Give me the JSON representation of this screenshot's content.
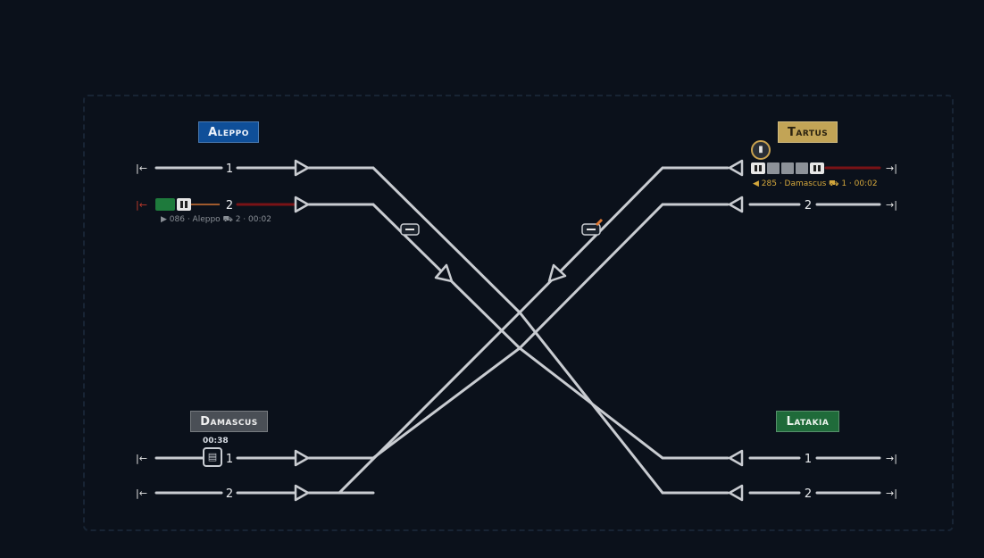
{
  "stations": {
    "aleppo": {
      "name": "Aleppo",
      "color": "#0f4f99"
    },
    "tartus": {
      "name": "Tartus",
      "color": "#c2a456"
    },
    "damascus": {
      "name": "Damascus",
      "color": "#4a4f56"
    },
    "latakia": {
      "name": "Latakia",
      "color": "#1f6b3a"
    }
  },
  "tracks": {
    "aleppo_1": "1",
    "aleppo_2": "2",
    "tartus_1": "1",
    "tartus_2": "2",
    "damascus_1": "1",
    "damascus_2": "2",
    "latakia_1": "1",
    "latakia_2": "2"
  },
  "trains": [
    {
      "id": "train-aleppo",
      "info": "▶ 086 · Aleppo  ⛟ 2 · 00:02",
      "color": "#8a8f96"
    },
    {
      "id": "train-tartus",
      "info": "◀ 285 · Damascus  ⛟ 1 · 00:02",
      "color": "#d4a73c"
    }
  ],
  "damascus_timer": "00:38",
  "tartus_badge_icon": "train-icon",
  "colors": {
    "track": "#c9ccd1",
    "occupied": "#7a1216",
    "accent": "#e07a35"
  }
}
